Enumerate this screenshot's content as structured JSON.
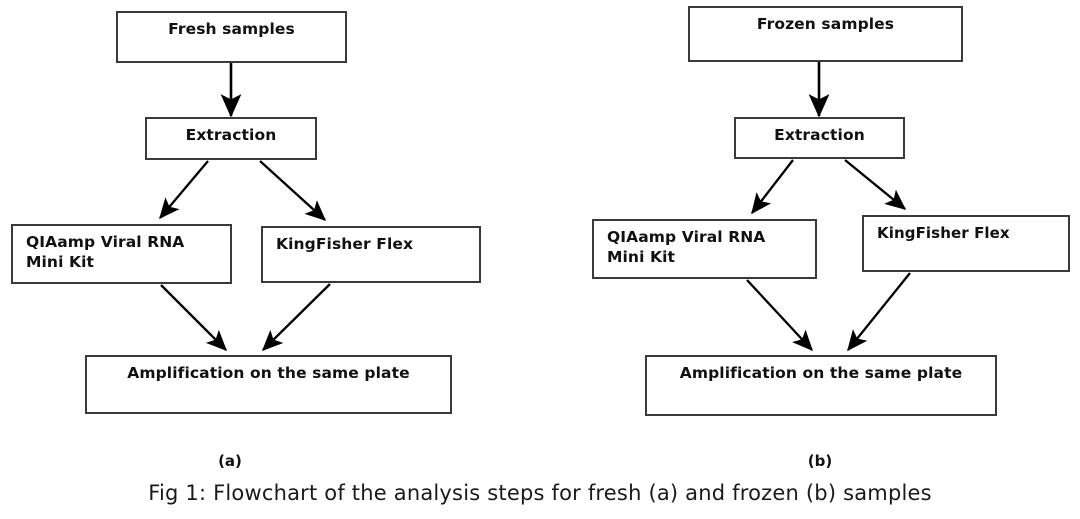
{
  "figure": {
    "caption": "Fig 1: Flowchart of the analysis steps for fresh (a) and frozen (b) samples",
    "background_color": "#ffffff",
    "box_border_color": "#3a3a3a",
    "text_color": "#111111",
    "arrow_color": "#000000"
  },
  "panels": [
    {
      "id": "a",
      "label": "(a)",
      "nodes": {
        "source": "Fresh samples",
        "extraction": "Extraction",
        "method_left": "QIAamp Viral RNA\nMini Kit",
        "method_right": "KingFisher Flex",
        "amplification": "Amplification on the same plate"
      }
    },
    {
      "id": "b",
      "label": "(b)",
      "nodes": {
        "source": "Frozen samples",
        "extraction": "Extraction",
        "method_left": "QIAamp Viral RNA\nMini Kit",
        "method_right": "KingFisher Flex",
        "amplification": "Amplification on the same plate"
      }
    }
  ],
  "chart_data": {
    "type": "diagram",
    "title": "Fig 1: Flowchart of the analysis steps for fresh (a) and frozen (b) samples",
    "subgraphs": [
      {
        "name": "(a)",
        "nodes": [
          "Fresh samples",
          "Extraction",
          "QIAamp Viral RNA Mini Kit",
          "KingFisher Flex",
          "Amplification on the same plate"
        ],
        "edges": [
          {
            "from": "Fresh samples",
            "to": "Extraction"
          },
          {
            "from": "Extraction",
            "to": "QIAamp Viral RNA Mini Kit"
          },
          {
            "from": "Extraction",
            "to": "KingFisher Flex"
          },
          {
            "from": "QIAamp Viral RNA Mini Kit",
            "to": "Amplification on the same plate"
          },
          {
            "from": "KingFisher Flex",
            "to": "Amplification on the same plate"
          }
        ]
      },
      {
        "name": "(b)",
        "nodes": [
          "Frozen samples",
          "Extraction",
          "QIAamp Viral RNA Mini Kit",
          "KingFisher Flex",
          "Amplification on the same plate"
        ],
        "edges": [
          {
            "from": "Frozen samples",
            "to": "Extraction"
          },
          {
            "from": "Extraction",
            "to": "QIAamp Viral RNA Mini Kit"
          },
          {
            "from": "Extraction",
            "to": "KingFisher Flex"
          },
          {
            "from": "QIAamp Viral RNA Mini Kit",
            "to": "Amplification on the same plate"
          },
          {
            "from": "KingFisher Flex",
            "to": "Amplification on the same plate"
          }
        ]
      }
    ]
  }
}
